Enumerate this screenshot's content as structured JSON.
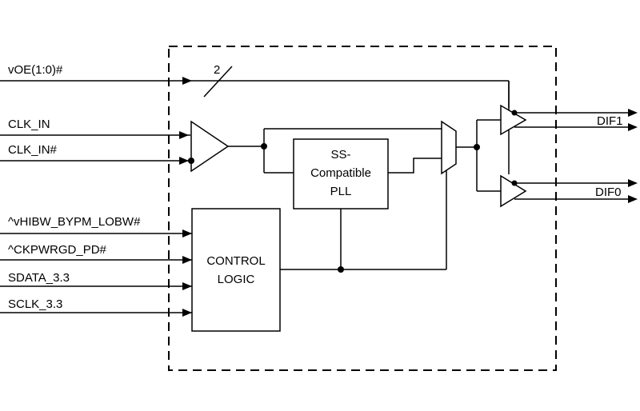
{
  "inputs": {
    "voe": "vOE(1:0)#",
    "clk_in": "CLK_IN",
    "clk_in_n": "CLK_IN#",
    "vhibw": "^vHIBW_BYPM_LOBW#",
    "ckpwrgd": "^CKPWRGD_PD#",
    "sdata": "SDATA_3.3",
    "sclk": "SCLK_3.3"
  },
  "bus_width": "2",
  "blocks": {
    "pll_line1": "SS-",
    "pll_line2": "Compatible",
    "pll_line3": "PLL",
    "control_line1": "CONTROL",
    "control_line2": "LOGIC"
  },
  "outputs": {
    "dif1": "DIF1",
    "dif0": "DIF0"
  }
}
